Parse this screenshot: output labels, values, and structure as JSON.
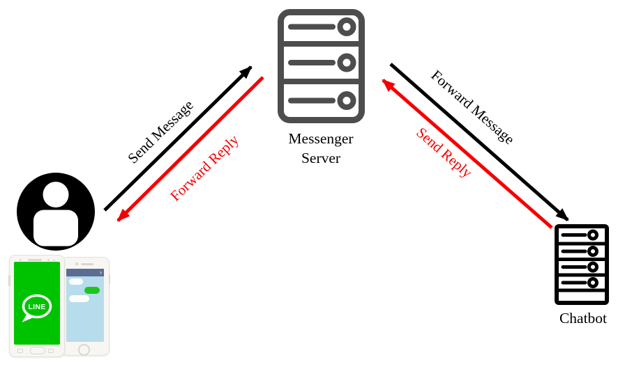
{
  "canvas": {
    "background": "#ffffff"
  },
  "nodes": {
    "user": {
      "icon": "user-icon",
      "color": "#000000"
    },
    "messenger_server": {
      "label": "Messenger Server",
      "icon": "server-rack-icon",
      "color": "#4d4d4d"
    },
    "chatbot": {
      "label": "Chatbot",
      "icon": "server-rack-icon",
      "color": "#000000"
    }
  },
  "arrows": {
    "send_message": {
      "label": "Send Message",
      "color": "#000000",
      "from": "user",
      "to": "messenger_server"
    },
    "forward_reply": {
      "label": "Forward Reply",
      "color": "#f50000",
      "from": "messenger_server",
      "to": "user"
    },
    "forward_message": {
      "label": "Forward Message",
      "color": "#000000",
      "from": "messenger_server",
      "to": "chatbot"
    },
    "send_reply": {
      "label": "Send Reply",
      "color": "#f50000",
      "from": "chatbot",
      "to": "messenger_server"
    }
  },
  "phones": {
    "line_phone": {
      "logo_text": "LINE",
      "screen_color": "#00c300"
    },
    "chat_phone": {
      "header_chevron": "›",
      "screen_color": "#b7dcec",
      "header_color": "#5b6e91",
      "bubble_green": "#1ec51e"
    }
  }
}
